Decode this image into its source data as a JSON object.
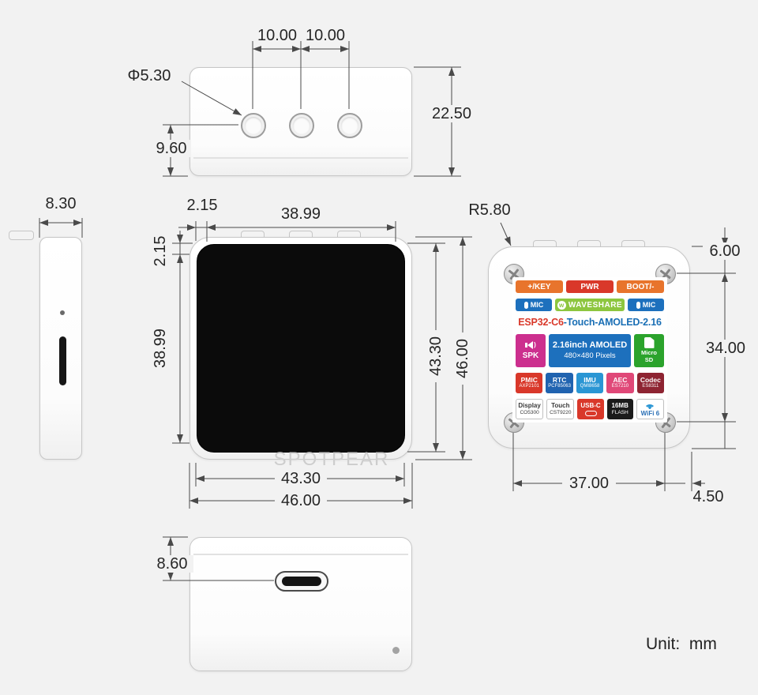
{
  "page": {
    "unit_label": "Unit:  mm",
    "watermark": "SPOTPEAR"
  },
  "dimensions": {
    "top_view": {
      "pitch_left": "10.00",
      "pitch_right": "10.00",
      "button_diameter": "Φ5.30",
      "height": "22.50",
      "button_offset": "9.60"
    },
    "side_view": {
      "thickness": "8.30"
    },
    "front_view": {
      "bezel_top": "2.15",
      "active_width": "38.99",
      "bezel_left": "2.15",
      "active_height": "38.99",
      "glass_height": "43.30",
      "body_height": "46.00",
      "glass_width": "43.30",
      "body_width": "46.00"
    },
    "back_view": {
      "corner_radius": "R5.80",
      "screw_top_offset": "6.00",
      "screw_span_vertical": "34.00",
      "screw_span_horizontal": "37.00",
      "screw_edge_offset": "4.50"
    },
    "bottom_view": {
      "usb_offset": "8.60"
    }
  },
  "back_label": {
    "keys": [
      {
        "label": "+/KEY"
      },
      {
        "label": "PWR"
      },
      {
        "label": "BOOT/-"
      }
    ],
    "mic_left": "MIC",
    "brand": "WAVESHARE",
    "mic_right": "MIC",
    "title_primary": "ESP32-C6",
    "title_secondary": "-Touch-AMOLED-2.16",
    "speaker_label": "SPK",
    "display_line1": "2.16inch AMOLED",
    "display_line2": "480×480 Pixels",
    "sd_line1": "Micro",
    "sd_line2": "SD",
    "chips": [
      {
        "name": "PMIC",
        "part": "AXP2101"
      },
      {
        "name": "RTC",
        "part": "PCF85063"
      },
      {
        "name": "IMU",
        "part": "QMI8658"
      },
      {
        "name": "AEC",
        "part": "ES7210"
      },
      {
        "name": "Codec",
        "part": "ES8311"
      }
    ],
    "features": [
      {
        "name": "Display",
        "part": "CO5300"
      },
      {
        "name": "Touch",
        "part": "CST9220"
      },
      {
        "name": "USB-C",
        "part": ""
      },
      {
        "name": "16MB",
        "part": "FLASH"
      },
      {
        "name": "WiFi 6",
        "part": ""
      }
    ],
    "colors": {
      "orange": "#e8742c",
      "red": "#d9382a",
      "blue": "#1d70bd",
      "brand_green": "#8dc63f",
      "magenta": "#cc2f8e",
      "sd_green": "#2ba32c",
      "rtc_blue": "#2063b0",
      "imu_blue": "#2a96d4",
      "aec_pink": "#e04878",
      "codec_maroon": "#8e2432",
      "flash_dark": "#1b1b1b"
    }
  }
}
